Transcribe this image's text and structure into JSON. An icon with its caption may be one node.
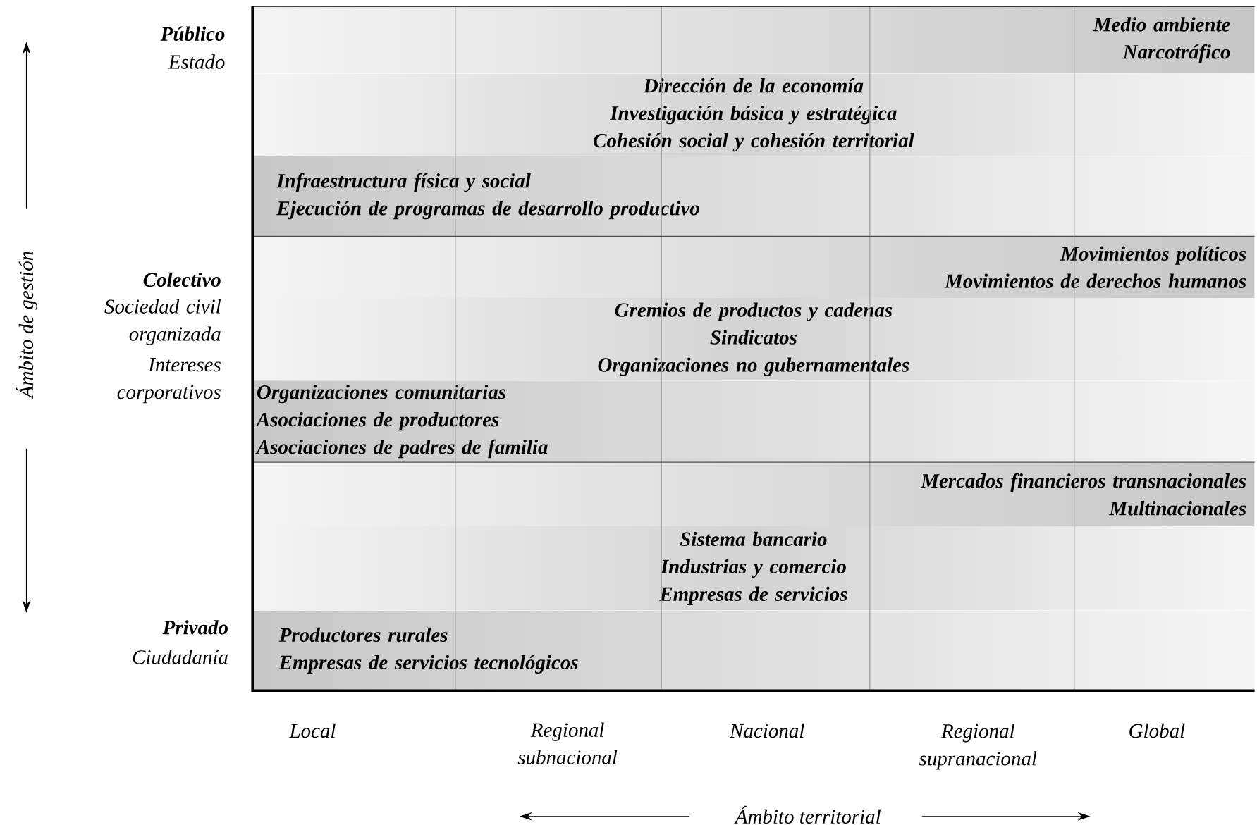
{
  "diagram": {
    "nodes": [
      {
        "text": [
          "Medio ambiente",
          "Narcotráfico"
        ]
      },
      {
        "text": [
          "Dirección de la economía",
          "Investigación básica y estratégica",
          "Cohesión social y cohesión territorial"
        ]
      },
      {
        "text": [
          "Infraestructura física y social",
          "Ejecución de programas de desarrollo productivo"
        ]
      },
      {
        "text": [
          "Movimientos políticos",
          "Movimientos de derechos humanos"
        ]
      },
      {
        "text": [
          "Gremios de productos y cadenas",
          "Sindicatos",
          "Organizaciones no gubernamentales"
        ]
      },
      {
        "text": [
          "Organizaciones comunitarias",
          "Asociaciones de productores",
          "Asociaciones de padres de familia"
        ]
      },
      {
        "text": [
          "Mercados financieros transnacionales",
          "Multinacionales"
        ]
      },
      {
        "text": [
          "Sistema bancario",
          "Industrias y comercio",
          "Empresas de servicios"
        ]
      },
      {
        "text": [
          "Productores rurales",
          "Empresas de servicios tecnológicos"
        ]
      }
    ],
    "labels": [
      "Público",
      "Estado",
      "Colectivo",
      "Sociedad civil organizada",
      "Intereses corporativos",
      "Privado",
      "Ciudadanía",
      "Local",
      "Regional subnacional",
      "Nacional",
      "Regional supranacional",
      "Global",
      "Ámbito de gestión",
      "Ámbito territorial"
    ]
  }
}
